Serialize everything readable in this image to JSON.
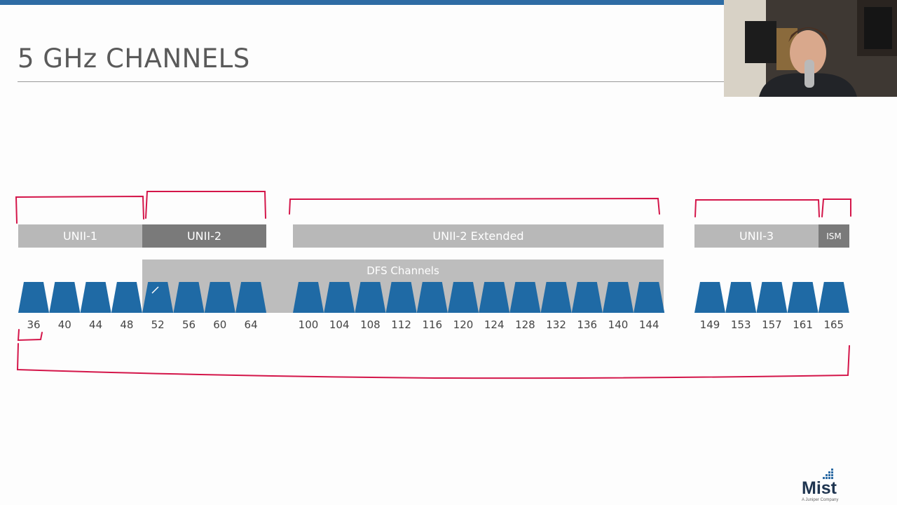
{
  "slide": {
    "title": "5 GHz CHANNELS"
  },
  "bands": {
    "unii1": "UNII-1",
    "unii2": "UNII-2",
    "unii2e": "UNII-2 Extended",
    "unii3": "UNII-3",
    "ism": "ISM"
  },
  "dfs_label": "DFS Channels",
  "channels": [
    "36",
    "40",
    "44",
    "48",
    "52",
    "56",
    "60",
    "64",
    "100",
    "104",
    "108",
    "112",
    "116",
    "120",
    "124",
    "128",
    "132",
    "136",
    "140",
    "144",
    "149",
    "153",
    "157",
    "161",
    "165"
  ],
  "logo": {
    "text": "Mist",
    "sub": "A Juniper Company"
  },
  "colors": {
    "accent": "#2e6ca4",
    "channel_fill": "#1f6aa5",
    "annotation": "#d4164a",
    "band_light": "#b8b8b8",
    "band_dark": "#7a7a7a",
    "dfs_bg": "#bdbdbd"
  }
}
